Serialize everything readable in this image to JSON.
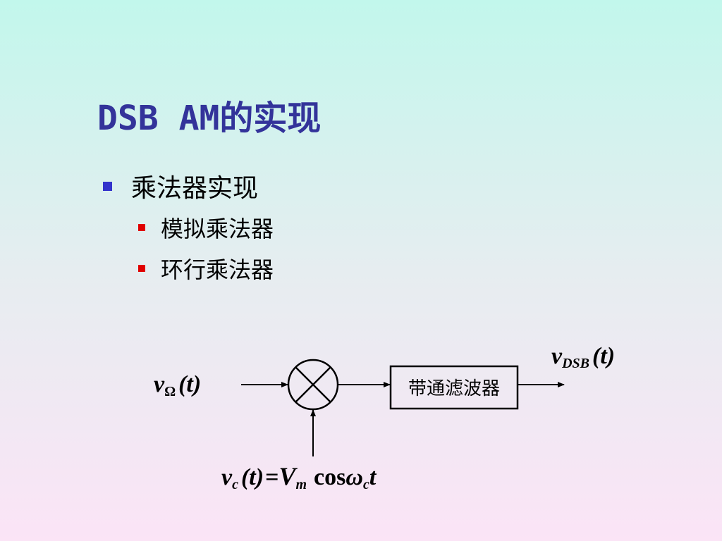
{
  "slide": {
    "title": "DSB AM的实现",
    "bullets": [
      {
        "text": "乘法器实现",
        "level": 1
      },
      {
        "text": "模拟乘法器",
        "level": 2
      },
      {
        "text": "环行乘法器",
        "level": 2
      }
    ],
    "colors": {
      "title": "#33339a",
      "bullet_level1": "#3333cc",
      "bullet_level2": "#e00000"
    }
  },
  "diagram": {
    "input_label": {
      "v": "v",
      "sub": "Ω",
      "arg": "(t)"
    },
    "output_label": {
      "v": "v",
      "sub": "DSB",
      "arg": "(t)"
    },
    "carrier_label": {
      "v": "v",
      "sub": "c",
      "arg": "(t)",
      "eq": "=",
      "V": "V",
      "Vsub": "m",
      "cos": "cos",
      "omega": "ω",
      "omegasub": "c",
      "t": "t"
    },
    "multiplier_icon": "circle-cross-icon",
    "filter_label": "带通滤波器"
  }
}
